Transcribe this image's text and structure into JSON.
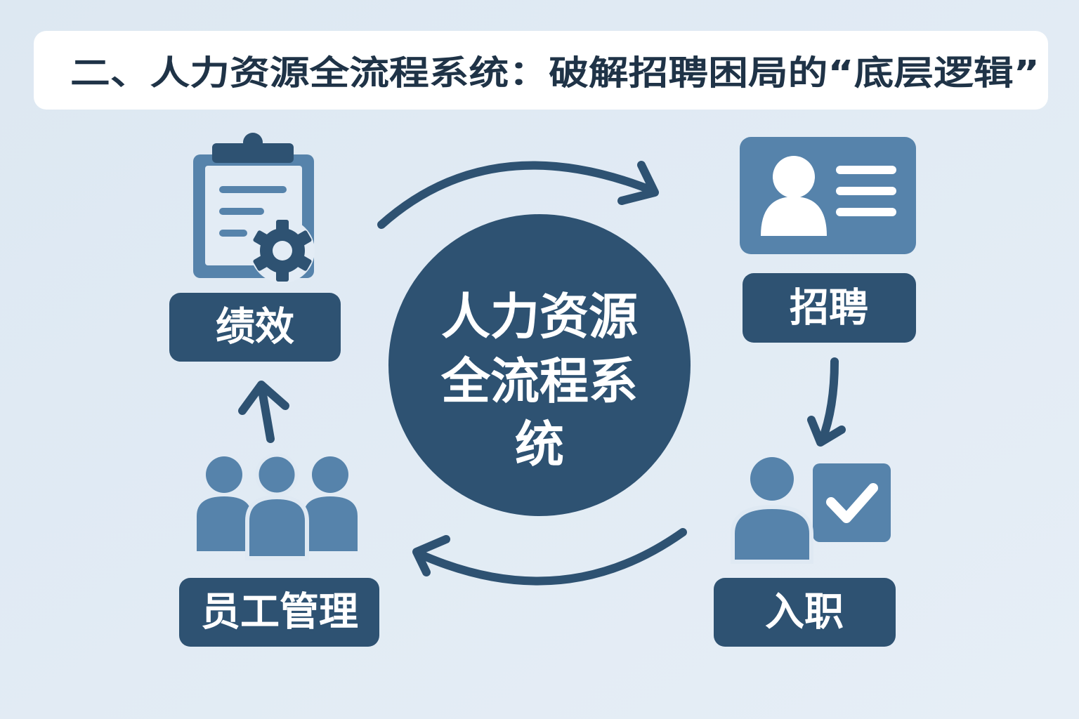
{
  "title": "二、人力资源全流程系统：破解招聘困局的“底层逻辑”",
  "center": {
    "line1": "人力资源",
    "line2": "全流程系",
    "line3": "统"
  },
  "stages": {
    "recruit": "招聘",
    "onboard": "入职",
    "employee": "员工管理",
    "performance": "绩效"
  },
  "colors": {
    "background": "#dfe9f3",
    "dark": "#2e5272",
    "icon": "#5683ab",
    "title": "#1f3347"
  }
}
